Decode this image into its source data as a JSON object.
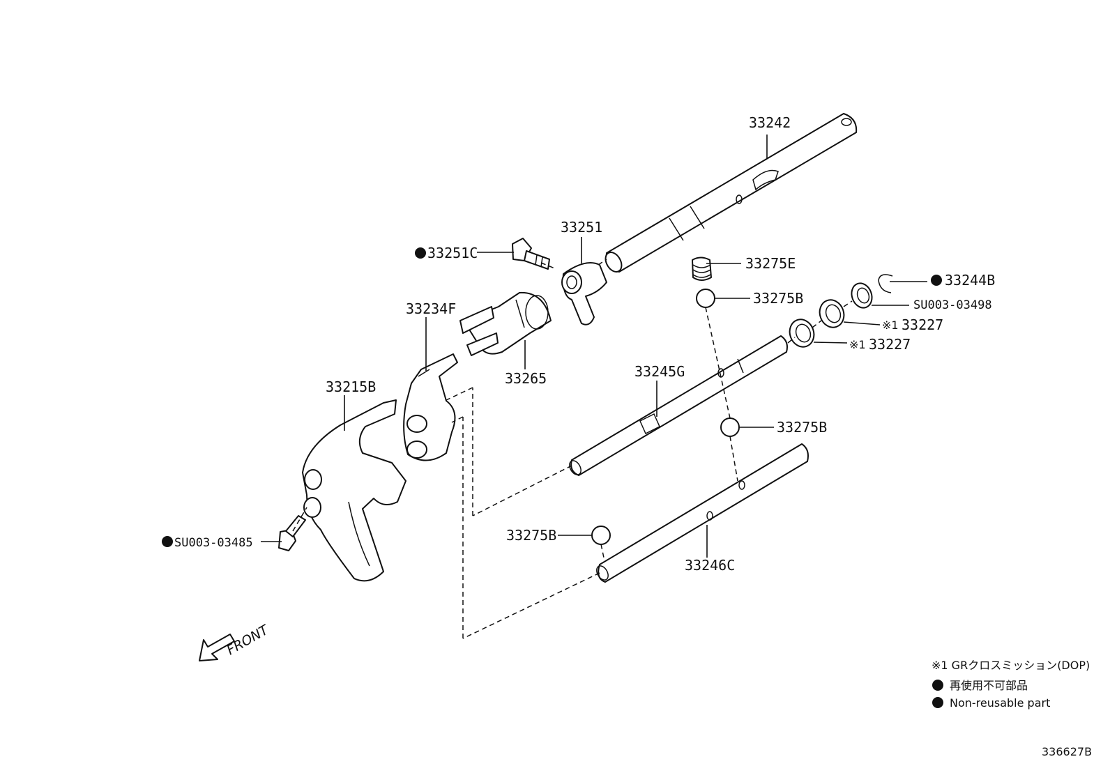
{
  "labels": {
    "p33242": "33242",
    "p33251": "33251",
    "p33251C": "33251C",
    "p33234F": "33234F",
    "p33265": "33265",
    "p33215B": "33215B",
    "p33275E": "33275E",
    "p33275B_top": "33275B",
    "p33244B": "33244B",
    "pSU00303498": "SU003-03498",
    "p33227_a_prefix": "※1",
    "p33227_a": "33227",
    "p33227_b_prefix": "※1",
    "p33227_b": "33227",
    "p33245G": "33245G",
    "p33275B_mid": "33275B",
    "p33275B_low": "33275B",
    "p33246C": "33246C",
    "pSU00303485": "SU003-03485",
    "front": "FRONT"
  },
  "legend": {
    "note1": "※1 GRクロスミッション(DOP)",
    "jp_nonreusable": "再使用不可部品",
    "en_nonreusable": "Non-reusable part"
  },
  "figure_id": "336627B"
}
